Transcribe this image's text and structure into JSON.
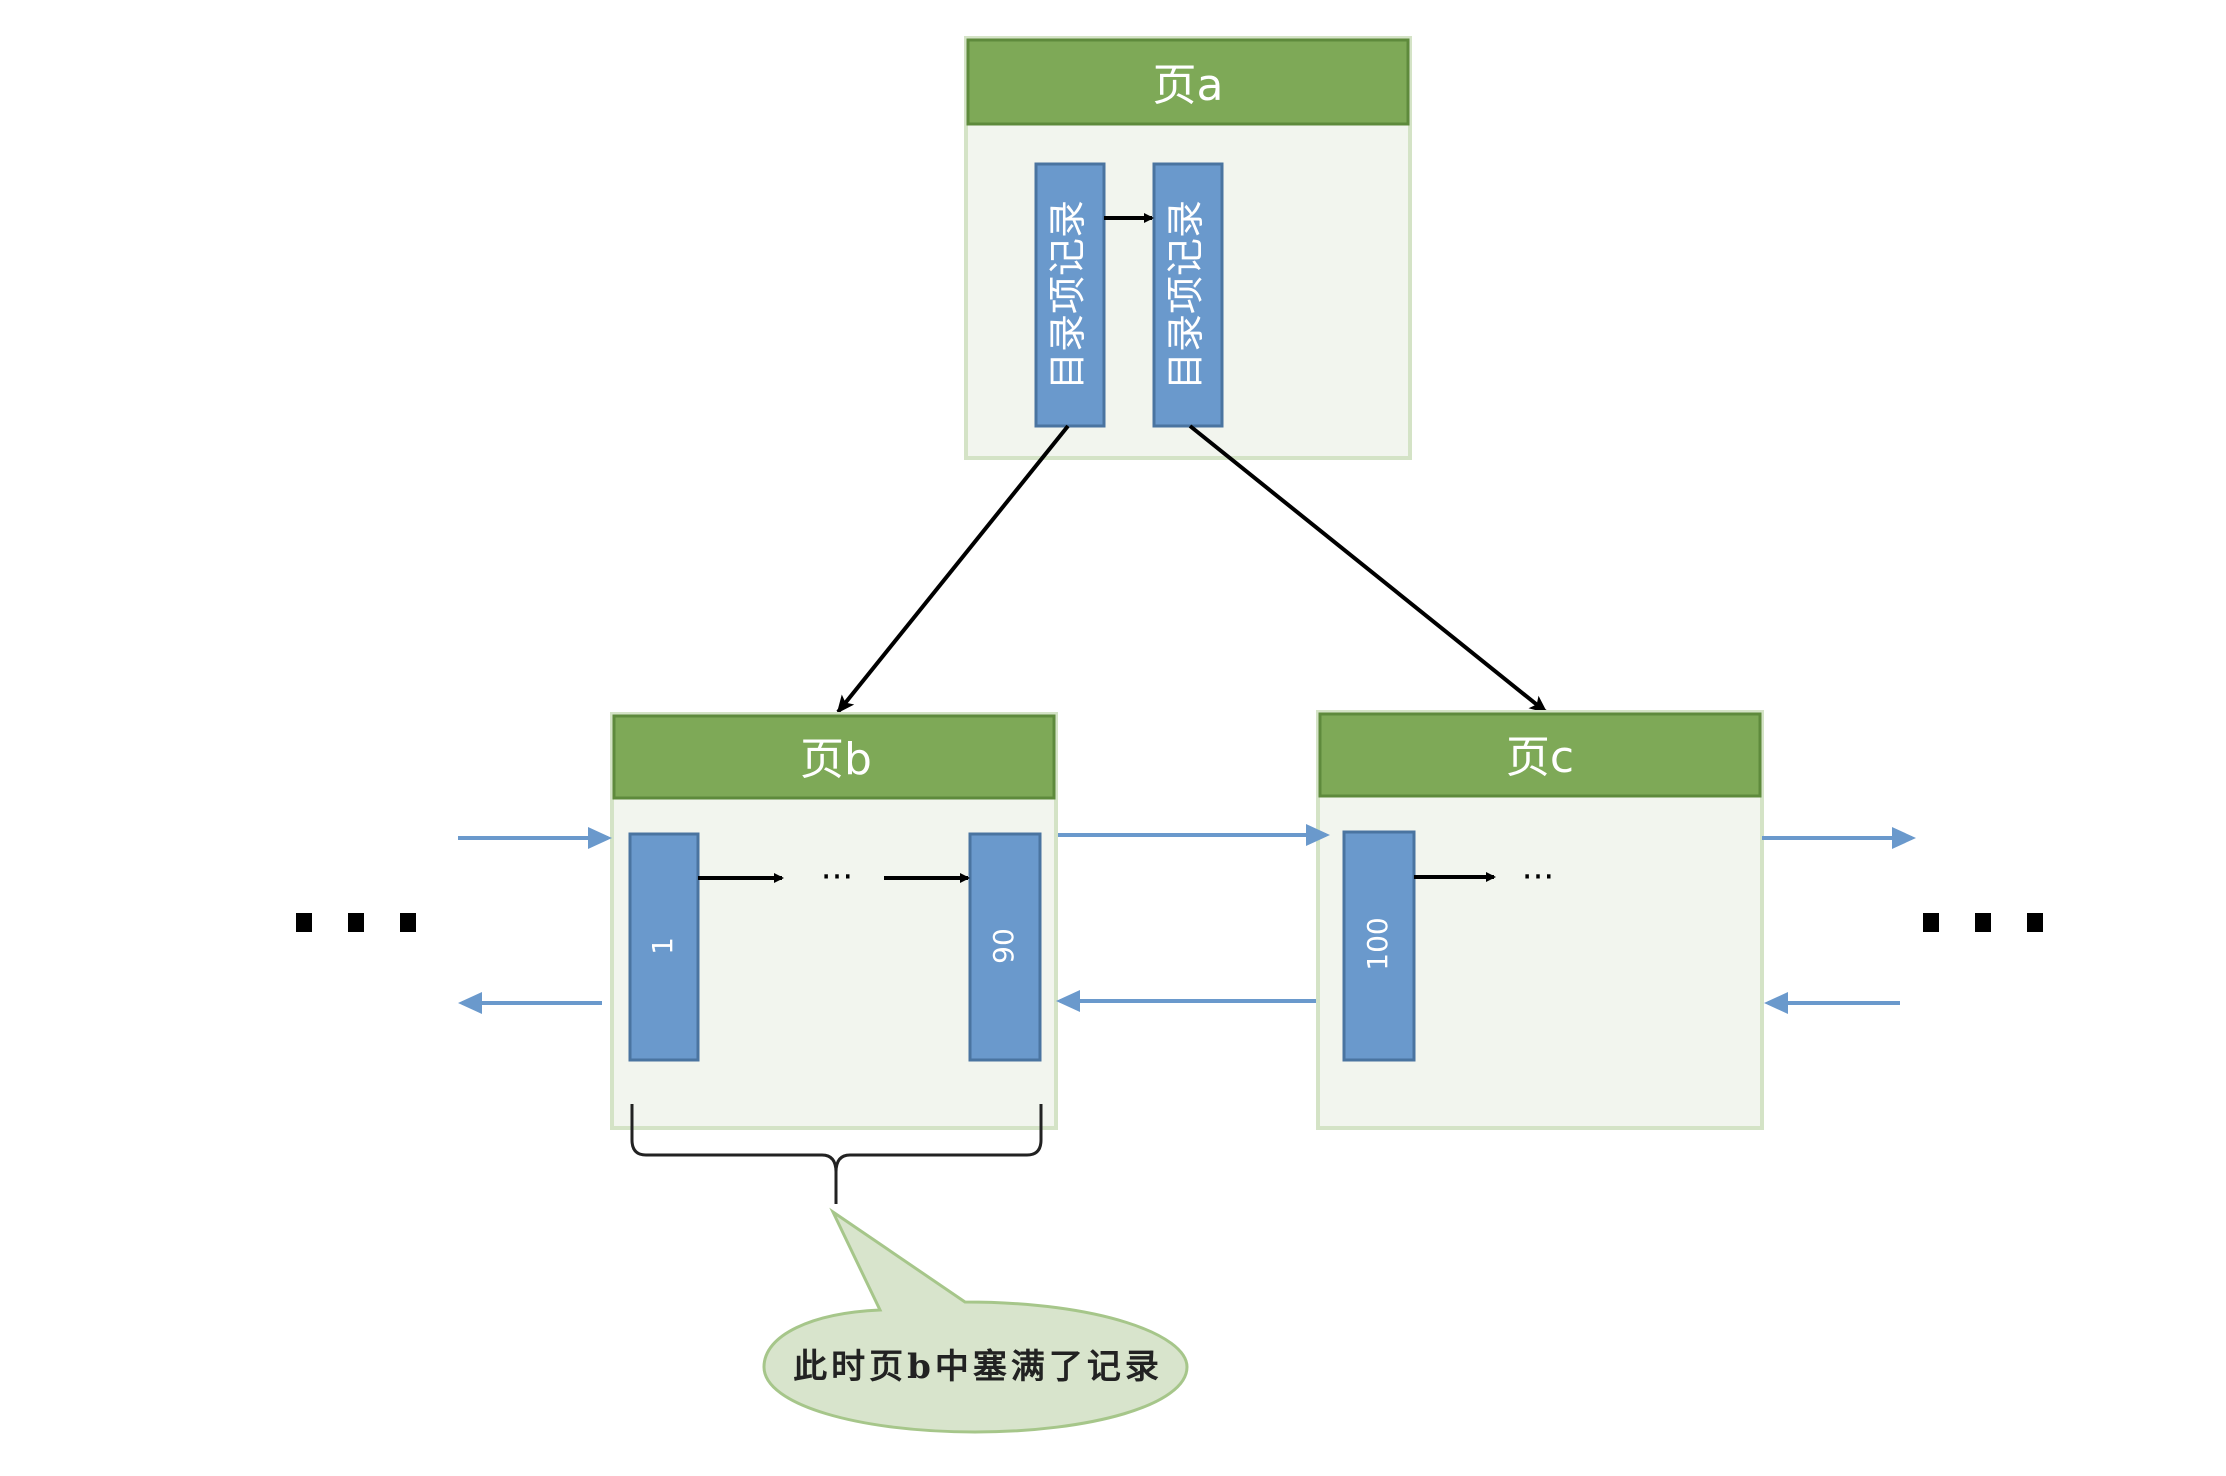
{
  "pages": {
    "a": {
      "title": "页a",
      "records": [
        "目录项记录",
        "目录项记录"
      ]
    },
    "b": {
      "title": "页b",
      "records": [
        "1",
        "90"
      ],
      "ellipsis": "···"
    },
    "c": {
      "title": "页c",
      "records": [
        "100"
      ],
      "ellipsis": "···"
    }
  },
  "side_ellipsis": "· · ·",
  "callout": {
    "text": "此时页b中塞满了记录"
  },
  "colors": {
    "page_header": "#7ea957",
    "page_header_border": "#5e8a3c",
    "page_body": "#f2f5ee",
    "page_body_border": "#d4e3c6",
    "record_fill": "#6a99cc",
    "record_border": "#4a74a0",
    "link_arrow": "#6a99cc",
    "pointer_arrow": "#000000",
    "callout_fill": "#d8e4cc",
    "callout_border": "#a6c68a"
  }
}
